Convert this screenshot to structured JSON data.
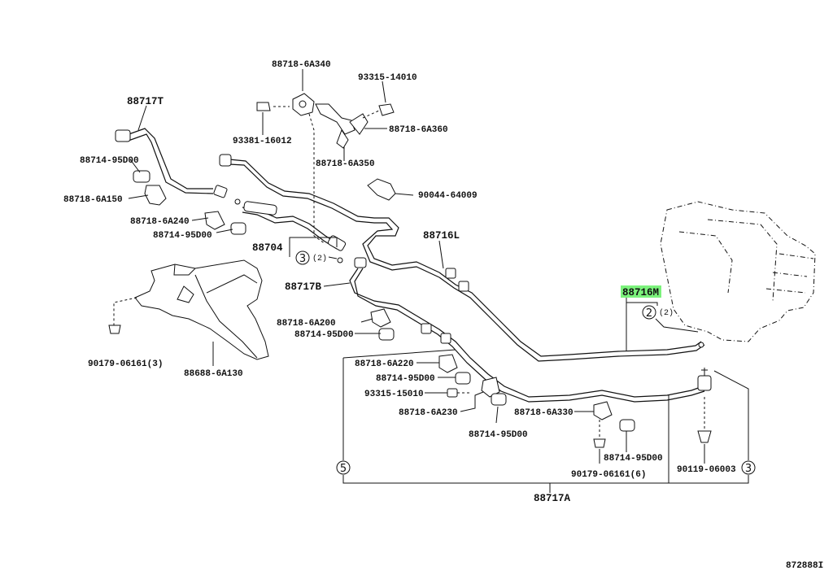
{
  "parts": {
    "p_88718_6a340": "88718-6A340",
    "p_93315_14010": "93315-14010",
    "p_88717t": "88717T",
    "p_93381_16012": "93381-16012",
    "p_88718_6a360": "88718-6A360",
    "p_88714_95d00_a": "88714-95D00",
    "p_88718_6a350": "88718-6A350",
    "p_88718_6a150": "88718-6A150",
    "p_90044_64009": "90044-64009",
    "p_88718_6a240": "88718-6A240",
    "p_88714_95d00_b": "88714-95D00",
    "p_88716l": "88716L",
    "p_88704": "88704",
    "p_88717b": "88717B",
    "p_88716m": "88716M",
    "p_88718_6a200": "88718-6A200",
    "p_88714_95d00_c": "88714-95D00",
    "p_90179_06161_3": "90179-06161(3)",
    "p_88688_6a130": "88688-6A130",
    "p_88718_6a220": "88718-6A220",
    "p_88714_95d00_d": "88714-95D00",
    "p_93315_15010": "93315-15010",
    "p_88718_6a230": "88718-6A230",
    "p_88718_6a330": "88718-6A330",
    "p_88714_95d00_e": "88714-95D00",
    "p_88714_95d00_f": "88714-95D00",
    "p_90179_06161_6": "90179-06161(6)",
    "p_90119_06003": "90119-06003",
    "p_88717a": "88717A"
  },
  "callouts": {
    "c3_num": "3",
    "c3_qty": "(2)",
    "c2_num": "2",
    "c2_qty": "(2)",
    "c5_num": "5",
    "c3b_num": "3"
  },
  "diagram_id": "872888I",
  "highlight_color": "#7CF27C"
}
